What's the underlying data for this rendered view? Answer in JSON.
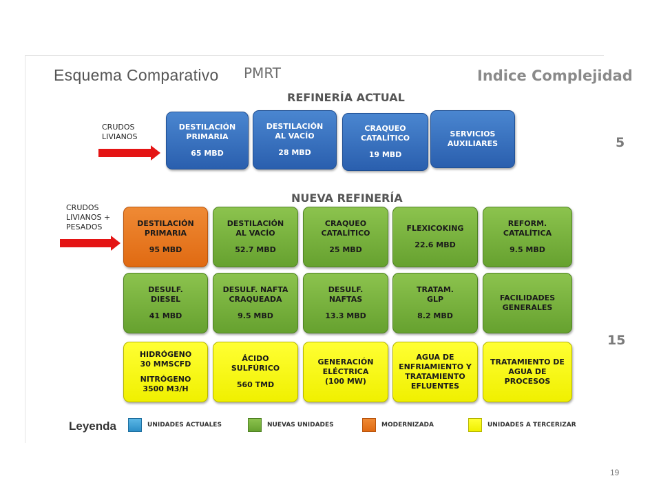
{
  "header": {
    "title": "Esquema Comparativo",
    "subtitle": "PMRT",
    "index_title": "Indice Complejidad"
  },
  "current": {
    "title": "REFINERÍA ACTUAL",
    "input_label": "CRUDOS\nLIVIANOS",
    "index_value": "5",
    "units": [
      {
        "name": "DESTILACIÓN\nPRIMARIA",
        "capacity": "65 MBD",
        "type": "actual"
      },
      {
        "name": "DESTILACIÓN\nAL VACÍO",
        "capacity": "28 MBD",
        "type": "actual"
      },
      {
        "name": "CRAQUEO\nCATALÍTICO",
        "capacity": "19 MBD",
        "type": "actual"
      },
      {
        "name": "SERVICIOS\nAUXILIARES",
        "capacity": "",
        "type": "actual"
      }
    ]
  },
  "new": {
    "title": "NUEVA REFINERÍA",
    "input_label": "CRUDOS\nLIVIANOS +\nPESADOS",
    "index_value": "15",
    "rows": [
      [
        {
          "name": "DESTILACIÓN\nPRIMARIA",
          "capacity": "95 MBD",
          "type": "modernizada"
        },
        {
          "name": "DESTILACIÓN\nAL VACÍO",
          "capacity": "52.7 MBD",
          "type": "nueva"
        },
        {
          "name": "CRAQUEO\nCATALÍTICO",
          "capacity": "25 MBD",
          "type": "nueva"
        },
        {
          "name": "FLEXICOKING",
          "capacity": "22.6 MBD",
          "type": "nueva"
        },
        {
          "name": "REFORM.\nCATALÍTICA",
          "capacity": "9.5 MBD",
          "type": "nueva"
        }
      ],
      [
        {
          "name": "DESULF.\nDIESEL",
          "capacity": "41 MBD",
          "type": "nueva"
        },
        {
          "name": "DESULF. NAFTA\nCRAQUEADA",
          "capacity": "9.5 MBD",
          "type": "nueva"
        },
        {
          "name": "DESULF.\nNAFTAS",
          "capacity": "13.3 MBD",
          "type": "nueva"
        },
        {
          "name": "TRATAM.\nGLP",
          "capacity": "8.2 MBD",
          "type": "nueva"
        },
        {
          "name": "FACILIDADES\nGENERALES",
          "capacity": "",
          "type": "nueva"
        }
      ],
      [
        {
          "name": "HIDRÓGENO\n30 MMSCFD",
          "capacity": "NITRÓGENO\n3500 M3/H",
          "type": "tercerizar"
        },
        {
          "name": "ÁCIDO\nSULFÚRICO",
          "capacity": "560 TMD",
          "type": "tercerizar"
        },
        {
          "name": "GENERACIÓN\nELÉCTRICA\n(100 MW)",
          "capacity": "",
          "type": "tercerizar"
        },
        {
          "name": "AGUA DE\nENFRIAMIENTO Y\nTRATAMIENTO\nEFLUENTES",
          "capacity": "",
          "type": "tercerizar"
        },
        {
          "name": "TRATAMIENTO DE\nAGUA DE\nPROCESOS",
          "capacity": "",
          "type": "tercerizar"
        }
      ]
    ]
  },
  "legend": {
    "title": "Leyenda",
    "items": [
      {
        "label": "UNIDADES ACTUALES",
        "color": "#3a9fd6"
      },
      {
        "label": "NUEVAS UNIDADES",
        "color": "#7ab440"
      },
      {
        "label": "MODERNIZADA",
        "color": "#e87a25"
      },
      {
        "label": "UNIDADES A TERCERIZAR",
        "color": "#f8f81a"
      }
    ]
  },
  "page_number": "19"
}
